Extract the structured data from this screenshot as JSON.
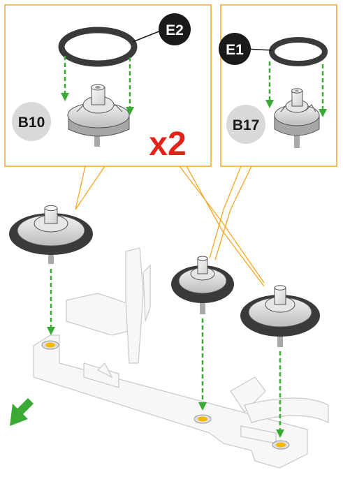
{
  "callouts": {
    "left_part": "B10",
    "left_ring": "E2",
    "right_part": "B17",
    "right_ring": "E1",
    "quantity": "x2"
  },
  "colors": {
    "frame_orange": "#f5a623",
    "arrow_green": "#3aaa35",
    "quantity_red": "#e2231a",
    "ring_dark": "#3a3a3a",
    "label_dark_circle": "#1a1a1a",
    "label_light_circle": "#d9d9d9",
    "socket_yellow": "#f5b800"
  },
  "icons": {
    "direction_arrow": "arrow-down-left-icon"
  }
}
